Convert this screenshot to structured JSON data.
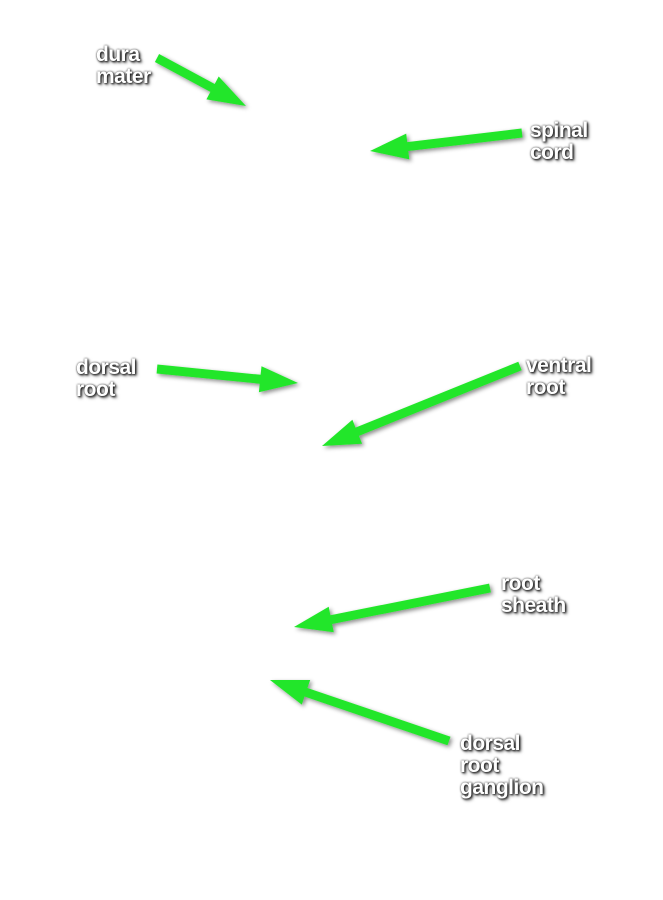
{
  "colors": {
    "arrow": "#22e62a",
    "label_text": "#ffffff",
    "label_shadow": "#000000",
    "background": "#ffffff"
  },
  "labels": {
    "dura_mater": [
      "dura",
      "mater"
    ],
    "spinal_cord": [
      "spinal",
      "cord"
    ],
    "dorsal_root": [
      "dorsal",
      "root"
    ],
    "ventral_root": [
      "ventral",
      "root"
    ],
    "root_sheath": [
      "root",
      "sheath"
    ],
    "dorsal_root_ganglion": [
      "dorsal",
      "root",
      "ganglion"
    ]
  }
}
